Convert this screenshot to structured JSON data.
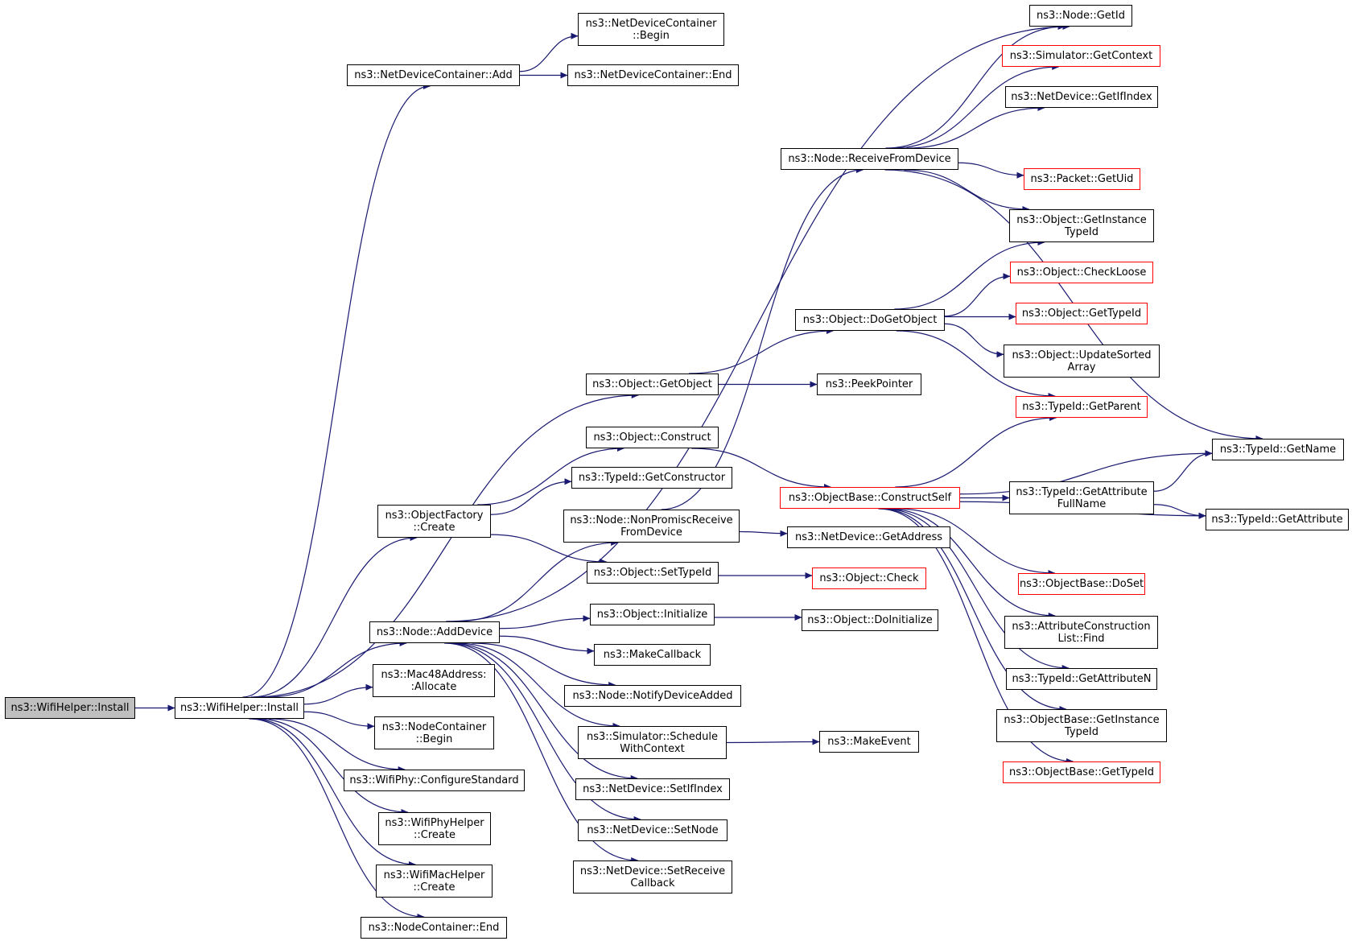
{
  "colors": {
    "edge": "#191970",
    "node_border": "#000000",
    "node_border_link": "#ff0000",
    "root_fill": "#bfbfbf",
    "background": "#ffffff"
  },
  "nodes": [
    {
      "id": "root",
      "label": "ns3::WifiHelper::Install",
      "style": "root"
    },
    {
      "id": "install",
      "label": "ns3::WifiHelper::Install",
      "style": "normal"
    },
    {
      "id": "ndcAdd",
      "label": "ns3::NetDeviceContainer::Add",
      "style": "normal"
    },
    {
      "id": "ndcBegin",
      "label": "ns3::NetDeviceContainer\n::Begin",
      "style": "normal"
    },
    {
      "id": "ndcEnd",
      "label": "ns3::NetDeviceContainer::End",
      "style": "normal"
    },
    {
      "id": "ofCreate",
      "label": "ns3::ObjectFactory\n::Create",
      "style": "normal"
    },
    {
      "id": "addDevice",
      "label": "ns3::Node::AddDevice",
      "style": "normal"
    },
    {
      "id": "macAlloc",
      "label": "ns3::Mac48Address:\n:Allocate",
      "style": "normal"
    },
    {
      "id": "ncBegin",
      "label": "ns3::NodeContainer\n::Begin",
      "style": "normal"
    },
    {
      "id": "cfgStd",
      "label": "ns3::WifiPhy::ConfigureStandard",
      "style": "normal"
    },
    {
      "id": "phyCreate",
      "label": "ns3::WifiPhyHelper\n::Create",
      "style": "normal"
    },
    {
      "id": "macCreate",
      "label": "ns3::WifiMacHelper\n::Create",
      "style": "normal"
    },
    {
      "id": "ncEnd",
      "label": "ns3::NodeContainer::End",
      "style": "normal"
    },
    {
      "id": "getObject",
      "label": "ns3::Object::GetObject",
      "style": "normal"
    },
    {
      "id": "construct",
      "label": "ns3::Object::Construct",
      "style": "normal"
    },
    {
      "id": "getCtor",
      "label": "ns3::TypeId::GetConstructor",
      "style": "normal"
    },
    {
      "id": "nonProm",
      "label": "ns3::Node::NonPromiscReceive\nFromDevice",
      "style": "normal"
    },
    {
      "id": "setTypeId",
      "label": "ns3::Object::SetTypeId",
      "style": "normal"
    },
    {
      "id": "initialize",
      "label": "ns3::Object::Initialize",
      "style": "normal"
    },
    {
      "id": "makeCb",
      "label": "ns3::MakeCallback",
      "style": "normal"
    },
    {
      "id": "notifyAdded",
      "label": "ns3::Node::NotifyDeviceAdded",
      "style": "normal"
    },
    {
      "id": "schedCtx",
      "label": "ns3::Simulator::Schedule\nWithContext",
      "style": "normal"
    },
    {
      "id": "setIfIndex",
      "label": "ns3::NetDevice::SetIfIndex",
      "style": "normal"
    },
    {
      "id": "setNode",
      "label": "ns3::NetDevice::SetNode",
      "style": "normal"
    },
    {
      "id": "setRecvCb",
      "label": "ns3::NetDevice::SetReceive\nCallback",
      "style": "normal"
    },
    {
      "id": "recvFromDev",
      "label": "ns3::Node::ReceiveFromDevice",
      "style": "normal"
    },
    {
      "id": "doGetObject",
      "label": "ns3::Object::DoGetObject",
      "style": "normal"
    },
    {
      "id": "peekPtr",
      "label": "ns3::PeekPointer",
      "style": "normal"
    },
    {
      "id": "constructSelf",
      "label": "ns3::ObjectBase::ConstructSelf",
      "style": "red"
    },
    {
      "id": "getAddress",
      "label": "ns3::NetDevice::GetAddress",
      "style": "normal"
    },
    {
      "id": "check",
      "label": "ns3::Object::Check",
      "style": "red"
    },
    {
      "id": "doInit",
      "label": "ns3::Object::DoInitialize",
      "style": "normal"
    },
    {
      "id": "makeEvent",
      "label": "ns3::MakeEvent",
      "style": "normal"
    },
    {
      "id": "getId",
      "label": "ns3::Node::GetId",
      "style": "normal"
    },
    {
      "id": "getContext",
      "label": "ns3::Simulator::GetContext",
      "style": "red"
    },
    {
      "id": "getIfIndex",
      "label": "ns3::NetDevice::GetIfIndex",
      "style": "normal"
    },
    {
      "id": "getUid",
      "label": "ns3::Packet::GetUid",
      "style": "red"
    },
    {
      "id": "getInstTid",
      "label": "ns3::Object::GetInstance\nTypeId",
      "style": "normal"
    },
    {
      "id": "checkLoose",
      "label": "ns3::Object::CheckLoose",
      "style": "red"
    },
    {
      "id": "getTypeIdObj",
      "label": "ns3::Object::GetTypeId",
      "style": "red"
    },
    {
      "id": "updSorted",
      "label": "ns3::Object::UpdateSorted\nArray",
      "style": "normal"
    },
    {
      "id": "getParent",
      "label": "ns3::TypeId::GetParent",
      "style": "red"
    },
    {
      "id": "getAttrFull",
      "label": "ns3::TypeId::GetAttribute\nFullName",
      "style": "normal"
    },
    {
      "id": "doSet",
      "label": "ns3::ObjectBase::DoSet",
      "style": "red"
    },
    {
      "id": "acFind",
      "label": "ns3::AttributeConstruction\nList::Find",
      "style": "normal"
    },
    {
      "id": "getAttrN",
      "label": "ns3::TypeId::GetAttributeN",
      "style": "normal"
    },
    {
      "id": "obGetInstTid",
      "label": "ns3::ObjectBase::GetInstance\nTypeId",
      "style": "normal"
    },
    {
      "id": "obGetTypeId",
      "label": "ns3::ObjectBase::GetTypeId",
      "style": "red"
    },
    {
      "id": "getName",
      "label": "ns3::TypeId::GetName",
      "style": "normal"
    },
    {
      "id": "getAttr",
      "label": "ns3::TypeId::GetAttribute",
      "style": "normal"
    }
  ],
  "edges": [
    [
      "root",
      "install"
    ],
    [
      "install",
      "ndcAdd"
    ],
    [
      "install",
      "ofCreate"
    ],
    [
      "install",
      "addDevice"
    ],
    [
      "install",
      "macAlloc"
    ],
    [
      "install",
      "ncBegin"
    ],
    [
      "install",
      "cfgStd"
    ],
    [
      "install",
      "phyCreate"
    ],
    [
      "install",
      "macCreate"
    ],
    [
      "install",
      "ncEnd"
    ],
    [
      "install",
      "getObject"
    ],
    [
      "ndcAdd",
      "ndcBegin"
    ],
    [
      "ndcAdd",
      "ndcEnd"
    ],
    [
      "ofCreate",
      "construct"
    ],
    [
      "ofCreate",
      "getCtor"
    ],
    [
      "ofCreate",
      "setTypeId"
    ],
    [
      "addDevice",
      "getId"
    ],
    [
      "addDevice",
      "nonProm"
    ],
    [
      "addDevice",
      "initialize"
    ],
    [
      "addDevice",
      "makeCb"
    ],
    [
      "addDevice",
      "notifyAdded"
    ],
    [
      "addDevice",
      "schedCtx"
    ],
    [
      "addDevice",
      "setIfIndex"
    ],
    [
      "addDevice",
      "setNode"
    ],
    [
      "addDevice",
      "setRecvCb"
    ],
    [
      "getObject",
      "doGetObject"
    ],
    [
      "getObject",
      "peekPtr"
    ],
    [
      "construct",
      "constructSelf"
    ],
    [
      "nonProm",
      "recvFromDev"
    ],
    [
      "nonProm",
      "getAddress"
    ],
    [
      "setTypeId",
      "check"
    ],
    [
      "initialize",
      "doInit"
    ],
    [
      "schedCtx",
      "makeEvent"
    ],
    [
      "recvFromDev",
      "getId"
    ],
    [
      "recvFromDev",
      "getContext"
    ],
    [
      "recvFromDev",
      "getIfIndex"
    ],
    [
      "recvFromDev",
      "getName"
    ],
    [
      "recvFromDev",
      "getUid"
    ],
    [
      "recvFromDev",
      "getInstTid"
    ],
    [
      "doGetObject",
      "getInstTid"
    ],
    [
      "doGetObject",
      "checkLoose"
    ],
    [
      "doGetObject",
      "getTypeIdObj"
    ],
    [
      "doGetObject",
      "updSorted"
    ],
    [
      "doGetObject",
      "getParent"
    ],
    [
      "constructSelf",
      "getParent"
    ],
    [
      "constructSelf",
      "getName"
    ],
    [
      "constructSelf",
      "getAttrFull"
    ],
    [
      "constructSelf",
      "getAttr"
    ],
    [
      "constructSelf",
      "doSet"
    ],
    [
      "constructSelf",
      "acFind"
    ],
    [
      "constructSelf",
      "getAttrN"
    ],
    [
      "constructSelf",
      "obGetInstTid"
    ],
    [
      "constructSelf",
      "obGetTypeId"
    ],
    [
      "getAttrFull",
      "getName"
    ],
    [
      "getAttrFull",
      "getAttr"
    ]
  ]
}
